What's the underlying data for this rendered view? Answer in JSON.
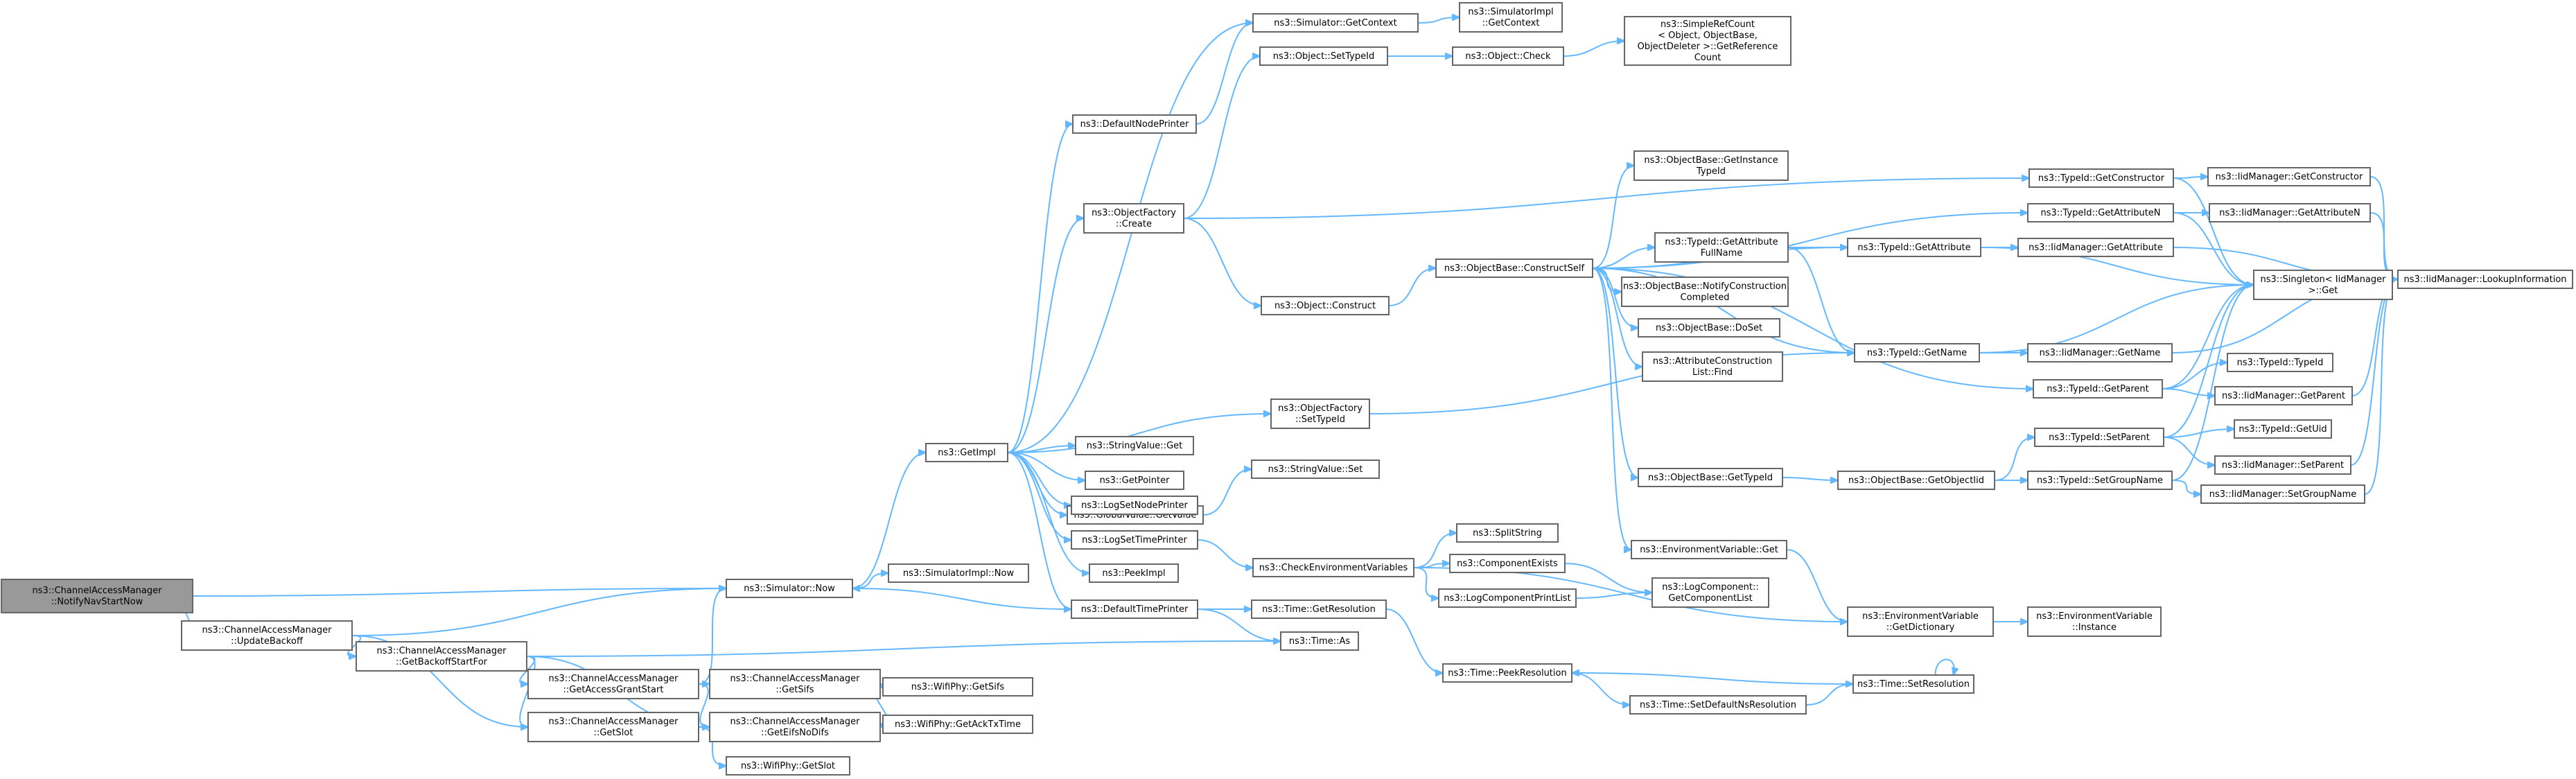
{
  "colors": {
    "edge": "#63b8ff",
    "node_border": "#666666",
    "root_fill": "#999999",
    "node_fill": "#ffffff"
  },
  "nodes": [
    {
      "id": "root",
      "lines": [
        "ns3::ChannelAccessManager",
        "::NotifyNavStartNow"
      ],
      "root": true
    },
    {
      "id": "updateBackoff",
      "lines": [
        "ns3::ChannelAccessManager",
        "::UpdateBackoff"
      ]
    },
    {
      "id": "getBackoffStartFor",
      "lines": [
        "ns3::ChannelAccessManager",
        "::GetBackoffStartFor"
      ]
    },
    {
      "id": "getAccessGrantStart",
      "lines": [
        "ns3::ChannelAccessManager",
        "::GetAccessGrantStart"
      ]
    },
    {
      "id": "getSlotCam",
      "lines": [
        "ns3::ChannelAccessManager",
        "::GetSlot"
      ]
    },
    {
      "id": "getSifsCam",
      "lines": [
        "ns3::ChannelAccessManager",
        "::GetSifs"
      ]
    },
    {
      "id": "getEifsNoDifs",
      "lines": [
        "ns3::ChannelAccessManager",
        "::GetEifsNoDifs"
      ]
    },
    {
      "id": "wifiGetSifs",
      "lines": [
        "ns3::WifiPhy::GetSifs"
      ]
    },
    {
      "id": "wifiGetAckTxTime",
      "lines": [
        "ns3::WifiPhy::GetAckTxTime"
      ]
    },
    {
      "id": "wifiGetSlot",
      "lines": [
        "ns3::WifiPhy::GetSlot"
      ]
    },
    {
      "id": "simNow",
      "lines": [
        "ns3::Simulator::Now"
      ]
    },
    {
      "id": "simImplNow",
      "lines": [
        "ns3::SimulatorImpl::Now"
      ]
    },
    {
      "id": "getImpl",
      "lines": [
        "ns3::GetImpl"
      ]
    },
    {
      "id": "simGetContext",
      "lines": [
        "ns3::Simulator::GetContext"
      ]
    },
    {
      "id": "simImplGetContext",
      "lines": [
        "ns3::SimulatorImpl",
        "::GetContext"
      ]
    },
    {
      "id": "defaultNodePrinter",
      "lines": [
        "ns3::DefaultNodePrinter"
      ]
    },
    {
      "id": "objectFactoryCreate",
      "lines": [
        "ns3::ObjectFactory",
        "::Create"
      ]
    },
    {
      "id": "objectSetTypeId",
      "lines": [
        "ns3::Object::SetTypeId"
      ]
    },
    {
      "id": "objectCheck",
      "lines": [
        "ns3::Object::Check"
      ]
    },
    {
      "id": "simpleRefCount",
      "lines": [
        "ns3::SimpleRefCount",
        "< Object, ObjectBase,",
        "ObjectDeleter >::GetReference",
        "Count"
      ]
    },
    {
      "id": "objectConstruct",
      "lines": [
        "ns3::Object::Construct"
      ]
    },
    {
      "id": "objectFactorySetTypeId",
      "lines": [
        "ns3::ObjectFactory",
        "::SetTypeId"
      ]
    },
    {
      "id": "stringValueGet",
      "lines": [
        "ns3::StringValue::Get"
      ]
    },
    {
      "id": "getPointer",
      "lines": [
        "ns3::GetPointer"
      ]
    },
    {
      "id": "globalValueGetValue",
      "lines": [
        "ns3::GlobalValue::GetValue"
      ]
    },
    {
      "id": "stringValueSet",
      "lines": [
        "ns3::StringValue::Set"
      ]
    },
    {
      "id": "logSetNodePrinter",
      "lines": [
        "ns3::LogSetNodePrinter"
      ]
    },
    {
      "id": "logSetTimePrinter",
      "lines": [
        "ns3::LogSetTimePrinter"
      ]
    },
    {
      "id": "peekImpl",
      "lines": [
        "ns3::PeekImpl"
      ]
    },
    {
      "id": "defaultTimePrinter",
      "lines": [
        "ns3::DefaultTimePrinter"
      ]
    },
    {
      "id": "checkEnvVars",
      "lines": [
        "ns3::CheckEnvironmentVariables"
      ]
    },
    {
      "id": "splitString",
      "lines": [
        "ns3::SplitString"
      ]
    },
    {
      "id": "componentExists",
      "lines": [
        "ns3::ComponentExists"
      ]
    },
    {
      "id": "logComponentPrintList",
      "lines": [
        "ns3::LogComponentPrintList"
      ]
    },
    {
      "id": "logComponentGetList",
      "lines": [
        "ns3::LogComponent::",
        "GetComponentList"
      ]
    },
    {
      "id": "timeGetResolution",
      "lines": [
        "ns3::Time::GetResolution"
      ]
    },
    {
      "id": "timeAs",
      "lines": [
        "ns3::Time::As"
      ]
    },
    {
      "id": "timePeekResolution",
      "lines": [
        "ns3::Time::PeekResolution"
      ]
    },
    {
      "id": "timeSetDefaultNsResolution",
      "lines": [
        "ns3::Time::SetDefaultNsResolution"
      ]
    },
    {
      "id": "timeSetResolution",
      "lines": [
        "ns3::Time::SetResolution"
      ]
    },
    {
      "id": "objectBaseConstructSelf",
      "lines": [
        "ns3::ObjectBase::ConstructSelf"
      ]
    },
    {
      "id": "objectBaseGetInstanceTypeId",
      "lines": [
        "ns3::ObjectBase::GetInstance",
        "TypeId"
      ]
    },
    {
      "id": "typeIdGetAttributeFullName",
      "lines": [
        "ns3::TypeId::GetAttribute",
        "FullName"
      ]
    },
    {
      "id": "notifyConstructionCompleted",
      "lines": [
        "ns3::ObjectBase::NotifyConstruction",
        "Completed"
      ]
    },
    {
      "id": "objectBaseDoSet",
      "lines": [
        "ns3::ObjectBase::DoSet"
      ]
    },
    {
      "id": "attributeConstructionListFind",
      "lines": [
        "ns3::AttributeConstruction",
        "List::Find"
      ]
    },
    {
      "id": "objectBaseGetTypeId",
      "lines": [
        "ns3::ObjectBase::GetTypeId"
      ]
    },
    {
      "id": "envVarGet",
      "lines": [
        "ns3::EnvironmentVariable::Get"
      ]
    },
    {
      "id": "envVarGetDictionary",
      "lines": [
        "ns3::EnvironmentVariable",
        "::GetDictionary"
      ]
    },
    {
      "id": "envVarInstance",
      "lines": [
        "ns3::EnvironmentVariable",
        "::Instance"
      ]
    },
    {
      "id": "typeIdGetAttribute",
      "lines": [
        "ns3::TypeId::GetAttribute"
      ]
    },
    {
      "id": "typeIdGetName",
      "lines": [
        "ns3::TypeId::GetName"
      ]
    },
    {
      "id": "objectBaseGetObjectIid",
      "lines": [
        "ns3::ObjectBase::GetObjectIid"
      ]
    },
    {
      "id": "typeIdGetConstructor",
      "lines": [
        "ns3::TypeId::GetConstructor"
      ]
    },
    {
      "id": "typeIdGetAttributeN",
      "lines": [
        "ns3::TypeId::GetAttributeN"
      ]
    },
    {
      "id": "typeIdGetParent",
      "lines": [
        "ns3::TypeId::GetParent"
      ]
    },
    {
      "id": "typeIdSetParent",
      "lines": [
        "ns3::TypeId::SetParent"
      ]
    },
    {
      "id": "typeIdSetGroupName",
      "lines": [
        "ns3::TypeId::SetGroupName"
      ]
    },
    {
      "id": "iidGetConstructor",
      "lines": [
        "ns3::IidManager::GetConstructor"
      ]
    },
    {
      "id": "iidGetAttributeN",
      "lines": [
        "ns3::IidManager::GetAttributeN"
      ]
    },
    {
      "id": "iidGetAttribute",
      "lines": [
        "ns3::IidManager::GetAttribute"
      ]
    },
    {
      "id": "singletonGet",
      "lines": [
        "ns3::Singleton< IidManager",
        ">::Get"
      ]
    },
    {
      "id": "iidGetName",
      "lines": [
        "ns3::IidManager::GetName"
      ]
    },
    {
      "id": "typeIdTypeId",
      "lines": [
        "ns3::TypeId::TypeId"
      ]
    },
    {
      "id": "iidGetParent",
      "lines": [
        "ns3::IidManager::GetParent"
      ]
    },
    {
      "id": "typeIdGetUid",
      "lines": [
        "ns3::TypeId::GetUid"
      ]
    },
    {
      "id": "iidSetParent",
      "lines": [
        "ns3::IidManager::SetParent"
      ]
    },
    {
      "id": "iidSetGroupName",
      "lines": [
        "ns3::IidManager::SetGroupName"
      ]
    },
    {
      "id": "iidLookupInformation",
      "lines": [
        "ns3::IidManager::LookupInformation"
      ]
    }
  ],
  "edges": [
    [
      "root",
      "updateBackoff"
    ],
    [
      "root",
      "simNow"
    ],
    [
      "updateBackoff",
      "simNow"
    ],
    [
      "updateBackoff",
      "getBackoffStartFor"
    ],
    [
      "updateBackoff",
      "getSlotCam"
    ],
    [
      "getBackoffStartFor",
      "getAccessGrantStart"
    ],
    [
      "getBackoffStartFor",
      "getSlotCam"
    ],
    [
      "getBackoffStartFor",
      "timeAs"
    ],
    [
      "getBackoffStartFor",
      "getEifsNoDifs"
    ],
    [
      "getAccessGrantStart",
      "simNow"
    ],
    [
      "getAccessGrantStart",
      "getSifsCam"
    ],
    [
      "getAccessGrantStart",
      "getEifsNoDifs"
    ],
    [
      "getSifsCam",
      "wifiGetSifs"
    ],
    [
      "getEifsNoDifs",
      "wifiGetSifs"
    ],
    [
      "getEifsNoDifs",
      "wifiGetAckTxTime"
    ],
    [
      "getSlotCam",
      "wifiGetSlot"
    ],
    [
      "simNow",
      "getImpl"
    ],
    [
      "simNow",
      "simImplNow"
    ],
    [
      "getImpl",
      "simGetContext"
    ],
    [
      "getImpl",
      "defaultNodePrinter"
    ],
    [
      "getImpl",
      "objectFactoryCreate"
    ],
    [
      "getImpl",
      "objectFactorySetTypeId"
    ],
    [
      "getImpl",
      "stringValueGet"
    ],
    [
      "getImpl",
      "getPointer"
    ],
    [
      "getImpl",
      "globalValueGetValue"
    ],
    [
      "getImpl",
      "logSetNodePrinter"
    ],
    [
      "getImpl",
      "logSetTimePrinter"
    ],
    [
      "getImpl",
      "peekImpl"
    ],
    [
      "getImpl",
      "defaultTimePrinter"
    ],
    [
      "simGetContext",
      "simImplGetContext"
    ],
    [
      "defaultNodePrinter",
      "simGetContext"
    ],
    [
      "objectFactoryCreate",
      "objectSetTypeId"
    ],
    [
      "objectFactoryCreate",
      "objectConstruct"
    ],
    [
      "objectFactoryCreate",
      "typeIdGetConstructor"
    ],
    [
      "objectSetTypeId",
      "objectCheck"
    ],
    [
      "objectCheck",
      "simpleRefCount"
    ],
    [
      "objectConstruct",
      "objectBaseConstructSelf"
    ],
    [
      "objectFactorySetTypeId",
      "typeIdGetName"
    ],
    [
      "globalValueGetValue",
      "stringValueSet"
    ],
    [
      "logSetTimePrinter",
      "checkEnvVars"
    ],
    [
      "defaultTimePrinter",
      "simNow"
    ],
    [
      "defaultTimePrinter",
      "timeGetResolution"
    ],
    [
      "defaultTimePrinter",
      "timeAs"
    ],
    [
      "checkEnvVars",
      "splitString"
    ],
    [
      "checkEnvVars",
      "componentExists"
    ],
    [
      "checkEnvVars",
      "logComponentPrintList"
    ],
    [
      "checkEnvVars",
      "envVarGetDictionary"
    ],
    [
      "componentExists",
      "logComponentGetList"
    ],
    [
      "logComponentPrintList",
      "logComponentGetList"
    ],
    [
      "timeGetResolution",
      "timePeekResolution"
    ],
    [
      "timePeekResolution",
      "timeSetDefaultNsResolution"
    ],
    [
      "timeSetDefaultNsResolution",
      "timeSetResolution"
    ],
    [
      "timeSetResolution",
      "timePeekResolution"
    ],
    [
      "timeSetResolution",
      "timeSetResolution"
    ],
    [
      "objectBaseConstructSelf",
      "objectBaseGetInstanceTypeId"
    ],
    [
      "objectBaseConstructSelf",
      "typeIdGetAttributeFullName"
    ],
    [
      "objectBaseConstructSelf",
      "notifyConstructionCompleted"
    ],
    [
      "objectBaseConstructSelf",
      "objectBaseDoSet"
    ],
    [
      "objectBaseConstructSelf",
      "attributeConstructionListFind"
    ],
    [
      "objectBaseConstructSelf",
      "objectBaseGetTypeId"
    ],
    [
      "objectBaseConstructSelf",
      "envVarGet"
    ],
    [
      "objectBaseConstructSelf",
      "typeIdGetAttribute"
    ],
    [
      "objectBaseConstructSelf",
      "typeIdGetName"
    ],
    [
      "objectBaseConstructSelf",
      "typeIdGetAttributeN"
    ],
    [
      "objectBaseConstructSelf",
      "typeIdGetParent"
    ],
    [
      "typeIdGetAttributeFullName",
      "typeIdGetAttribute"
    ],
    [
      "typeIdGetAttributeFullName",
      "typeIdGetName"
    ],
    [
      "objectBaseGetTypeId",
      "objectBaseGetObjectIid"
    ],
    [
      "envVarGet",
      "envVarGetDictionary"
    ],
    [
      "envVarGetDictionary",
      "envVarInstance"
    ],
    [
      "objectBaseGetObjectIid",
      "typeIdSetParent"
    ],
    [
      "objectBaseGetObjectIid",
      "typeIdSetGroupName"
    ],
    [
      "typeIdGetAttribute",
      "iidGetAttribute"
    ],
    [
      "typeIdGetAttribute",
      "singletonGet"
    ],
    [
      "typeIdGetName",
      "iidGetName"
    ],
    [
      "typeIdGetName",
      "singletonGet"
    ],
    [
      "typeIdGetConstructor",
      "iidGetConstructor"
    ],
    [
      "typeIdGetConstructor",
      "singletonGet"
    ],
    [
      "typeIdGetAttributeN",
      "iidGetAttributeN"
    ],
    [
      "typeIdGetAttributeN",
      "singletonGet"
    ],
    [
      "typeIdGetParent",
      "typeIdTypeId"
    ],
    [
      "typeIdGetParent",
      "iidGetParent"
    ],
    [
      "typeIdGetParent",
      "singletonGet"
    ],
    [
      "typeIdSetParent",
      "typeIdGetUid"
    ],
    [
      "typeIdSetParent",
      "iidSetParent"
    ],
    [
      "typeIdSetParent",
      "singletonGet"
    ],
    [
      "typeIdSetGroupName",
      "iidSetGroupName"
    ],
    [
      "typeIdSetGroupName",
      "singletonGet"
    ],
    [
      "iidGetConstructor",
      "iidLookupInformation"
    ],
    [
      "iidGetAttributeN",
      "iidLookupInformation"
    ],
    [
      "iidGetAttribute",
      "iidLookupInformation"
    ],
    [
      "iidGetName",
      "iidLookupInformation"
    ],
    [
      "iidGetParent",
      "iidLookupInformation"
    ],
    [
      "iidSetParent",
      "iidLookupInformation"
    ],
    [
      "iidSetGroupName",
      "iidLookupInformation"
    ]
  ]
}
